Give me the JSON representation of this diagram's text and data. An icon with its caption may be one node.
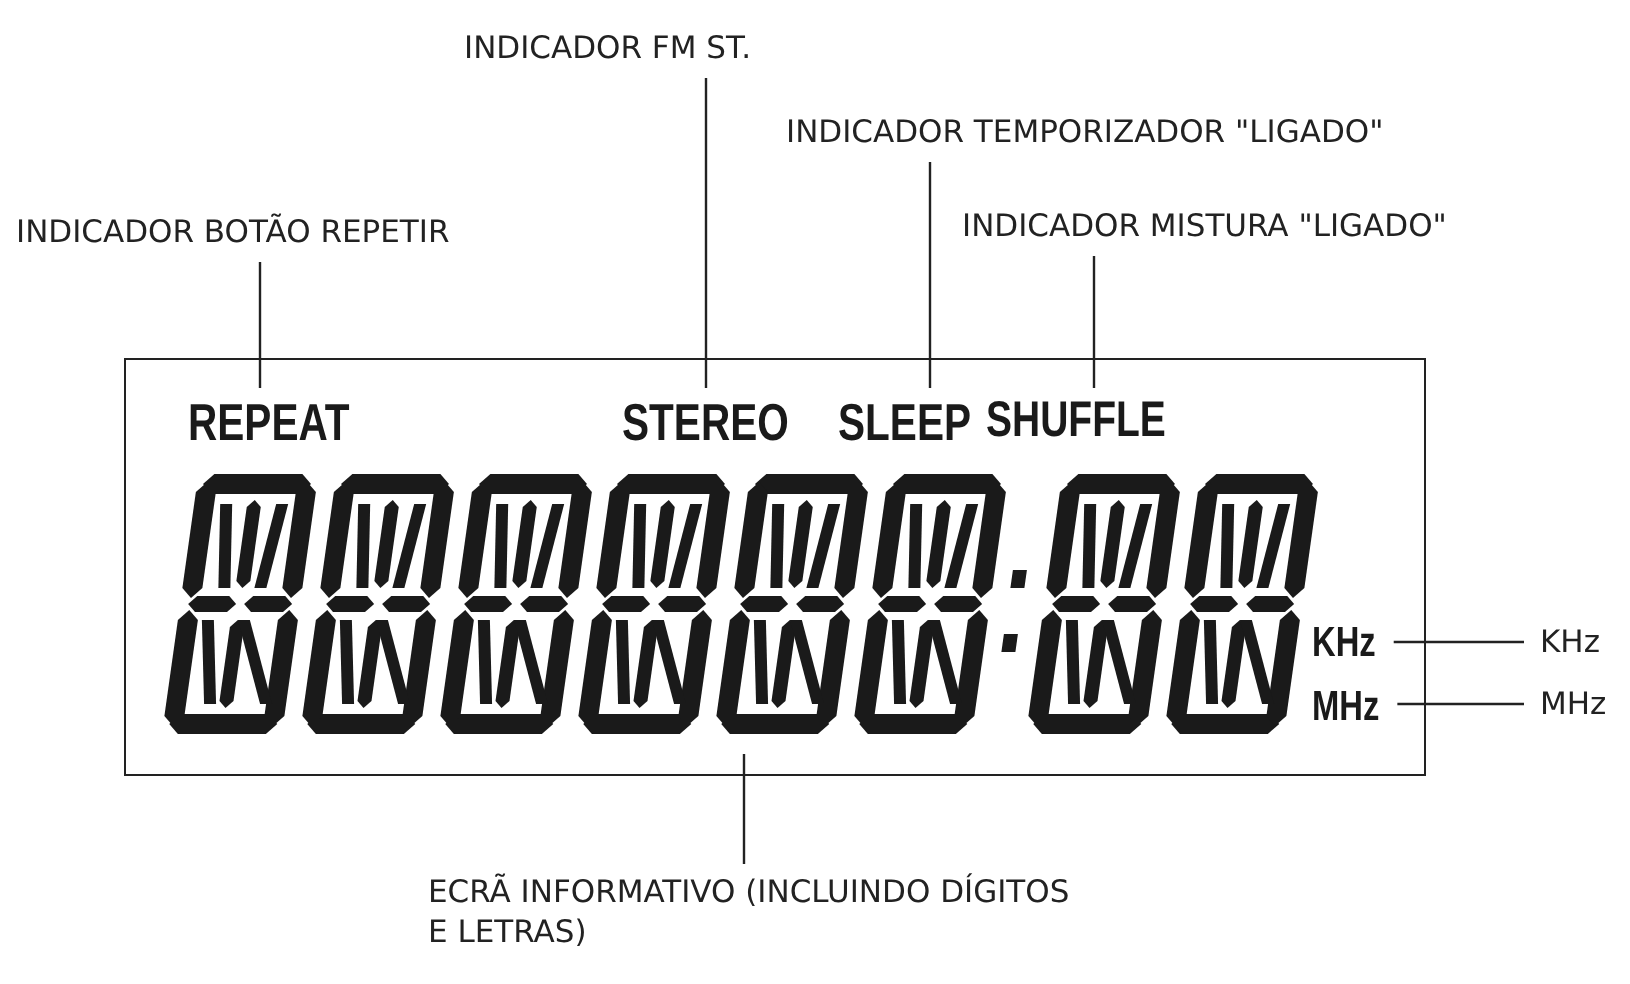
{
  "diagram": {
    "nodes": [
      {
        "text": [
          "INDICADOR BOTÃO REPETIR"
        ]
      },
      {
        "text": [
          "INDICADOR FM ST."
        ]
      },
      {
        "text": [
          "INDICADOR TEMPORIZADOR \"LIGADO\""
        ]
      },
      {
        "text": [
          "INDICADOR MISTURA \"LIGADO\""
        ]
      },
      {
        "text": [],
        "shape": "box"
      },
      {
        "text": [
          "REPEAT"
        ],
        "in": 4
      },
      {
        "text": [
          "STEREO"
        ],
        "in": 4
      },
      {
        "text": [
          "SLEEP"
        ],
        "in": 4
      },
      {
        "text": [
          "SHUFFLE"
        ],
        "in": 4
      },
      {
        "text": [
          "KHz"
        ],
        "in": 4
      },
      {
        "text": [
          "MHz"
        ],
        "in": 4
      },
      {
        "text": [],
        "shape": "picture",
        "in": 4
      },
      {
        "text": [
          "KHz"
        ]
      },
      {
        "text": [
          "MHz"
        ]
      },
      {
        "text": [
          "ECRÃ INFORMATIVO (INCLUINDO DÍGITOS E LETRAS)"
        ]
      }
    ],
    "edges": [
      {
        "from": 0,
        "to": 5,
        "arrow": "none"
      },
      {
        "from": 1,
        "to": 6,
        "arrow": "none"
      },
      {
        "from": 2,
        "to": 7,
        "arrow": "none"
      },
      {
        "from": 3,
        "to": 8,
        "arrow": "none"
      },
      {
        "from": 12,
        "to": 9,
        "arrow": "none"
      },
      {
        "from": 13,
        "to": 10,
        "arrow": "none"
      },
      {
        "from": 14,
        "to": 11,
        "arrow": "none"
      }
    ]
  }
}
